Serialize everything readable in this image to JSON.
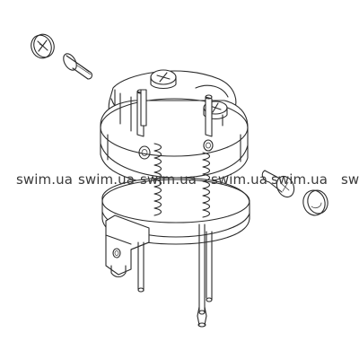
{
  "watermarks": [
    {
      "text": "swim.ua"
    },
    {
      "text": "swim.ua"
    },
    {
      "text": "swim.ua"
    },
    {
      "text": "swim.ua"
    },
    {
      "text": "swim.ua"
    },
    {
      "text": "swi"
    }
  ],
  "colors": {
    "line": "#2b2b2b",
    "watermark": "#3a3a3a",
    "background": "#ffffff"
  }
}
